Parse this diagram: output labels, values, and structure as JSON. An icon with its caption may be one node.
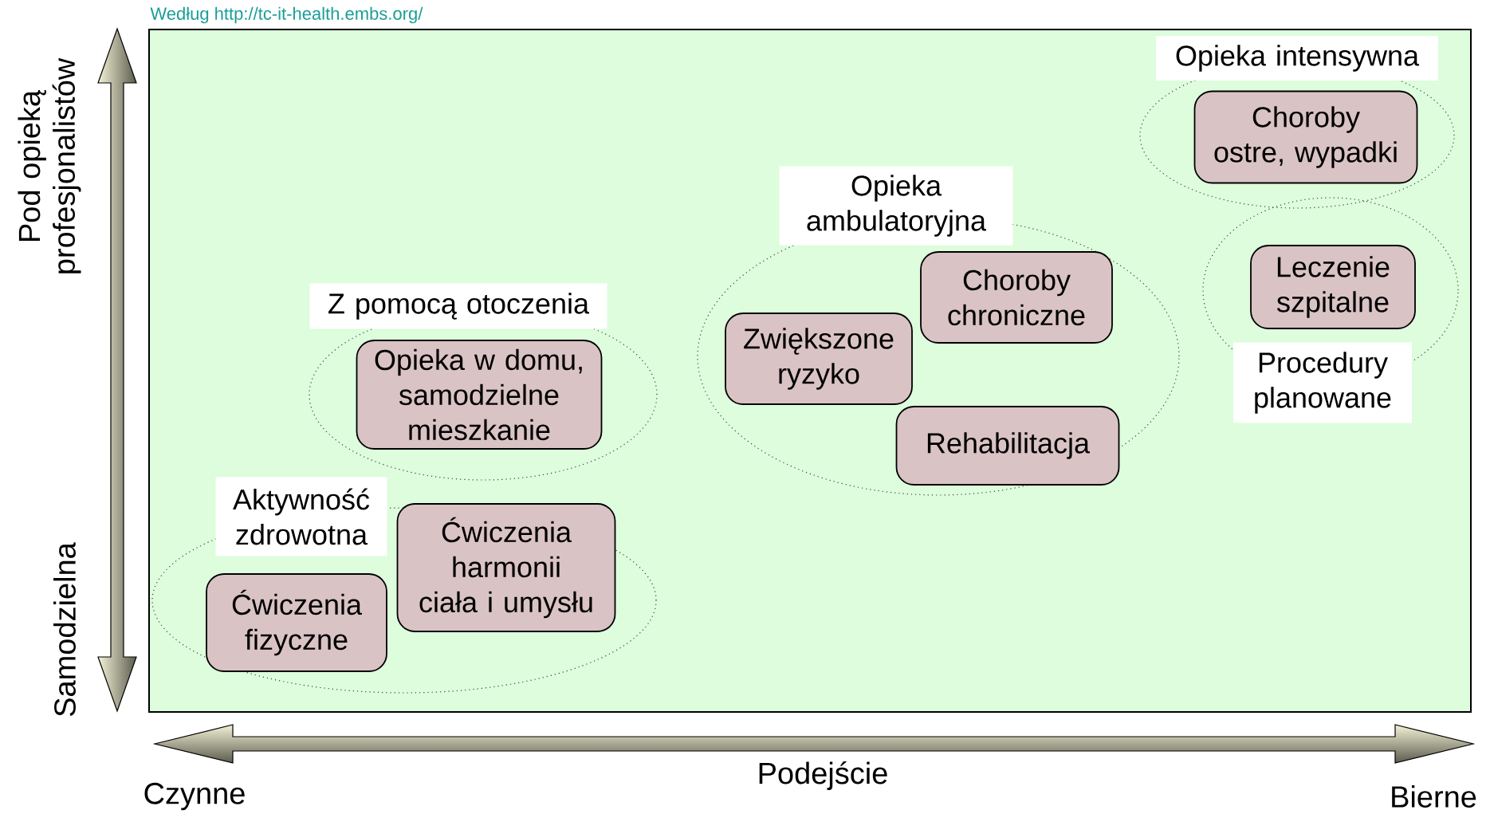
{
  "diagram": {
    "nodes": [
      {
        "text": [],
        "shape": "box"
      },
      {
        "text": [
          "Aktywność zdrowotna"
        ],
        "in": 0
      },
      {
        "text": [
          "Ćwiczenia fizyczne"
        ],
        "in": 1
      },
      {
        "text": [
          "Ćwiczenia harmonii ciała i umysłu"
        ],
        "in": 1
      },
      {
        "text": [
          "Z pomocą otoczenia"
        ],
        "in": 0
      },
      {
        "text": [
          "Opieka w domu, samodzielne mieszkanie"
        ],
        "in": 4
      },
      {
        "text": [
          "Opieka ambulatoryjna"
        ],
        "in": 0
      },
      {
        "text": [
          "Zwiększone ryzyko"
        ],
        "in": 6
      },
      {
        "text": [
          "Choroby chroniczne"
        ],
        "in": 6
      },
      {
        "text": [
          "Rehabilitacja"
        ],
        "in": 6
      },
      {
        "text": [
          "Opieka intensywna"
        ],
        "in": 0
      },
      {
        "text": [
          "Choroby ostre, wypadki"
        ],
        "in": 10
      },
      {
        "text": [
          "Procedury planowane"
        ],
        "in": 0
      },
      {
        "text": [
          "Leczenie szpitalne"
        ],
        "in": 12
      }
    ],
    "labels": [
      "Według http://tc-it-health.embs.org/",
      "Pod opieką profesjonalistów",
      "Samodzielna",
      "Podejście",
      "Czynne",
      "Bierne"
    ]
  }
}
